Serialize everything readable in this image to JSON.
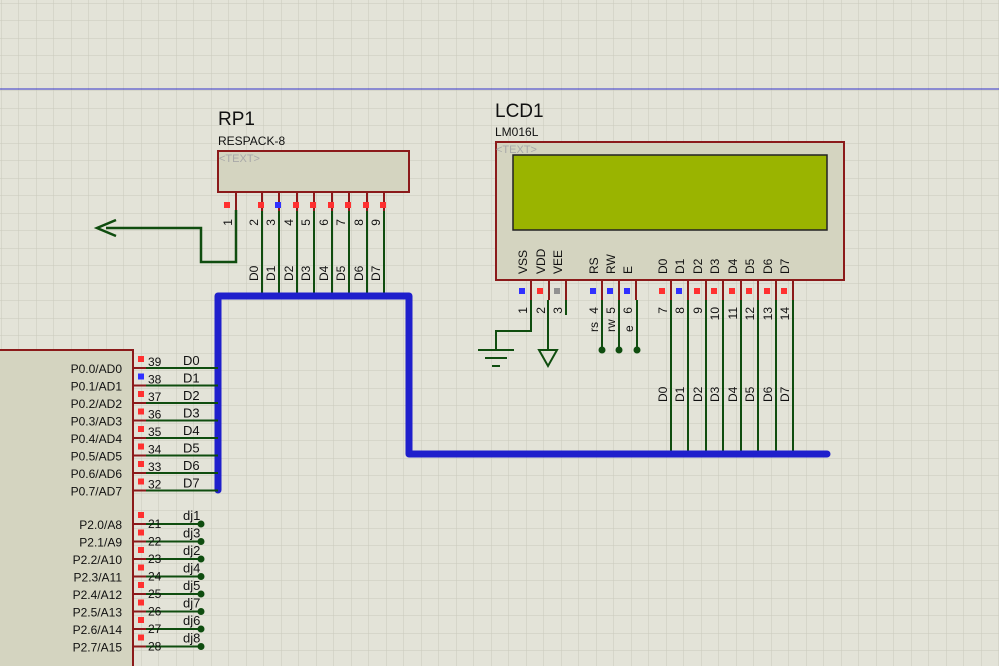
{
  "rp1": {
    "ref": "RP1",
    "part": "RESPACK-8",
    "text_placeholder": "<TEXT>",
    "pins": [
      "1",
      "2",
      "3",
      "4",
      "5",
      "6",
      "7",
      "8",
      "9"
    ],
    "net_labels": [
      "D0",
      "D1",
      "D2",
      "D3",
      "D4",
      "D5",
      "D6",
      "D7"
    ]
  },
  "lcd": {
    "ref": "LCD1",
    "part": "LM016L",
    "text_placeholder": "<TEXT>",
    "pins": [
      {
        "name": "VSS",
        "num": "1"
      },
      {
        "name": "VDD",
        "num": "2"
      },
      {
        "name": "VEE",
        "num": "3"
      },
      {
        "name": "RS",
        "num": "4"
      },
      {
        "name": "RW",
        "num": "5"
      },
      {
        "name": "E",
        "num": "6"
      },
      {
        "name": "D0",
        "num": "7"
      },
      {
        "name": "D1",
        "num": "8"
      },
      {
        "name": "D2",
        "num": "9"
      },
      {
        "name": "D3",
        "num": "10"
      },
      {
        "name": "D4",
        "num": "11"
      },
      {
        "name": "D5",
        "num": "12"
      },
      {
        "name": "D6",
        "num": "13"
      },
      {
        "name": "D7",
        "num": "14"
      }
    ],
    "ctrl_labels": [
      "rs",
      "rw",
      "e"
    ],
    "data_labels": [
      "D0",
      "D1",
      "D2",
      "D3",
      "D4",
      "D5",
      "D6",
      "D7"
    ]
  },
  "mcu": {
    "port0": [
      {
        "name": "P0.0/AD0",
        "num": "39",
        "net": "D0"
      },
      {
        "name": "P0.1/AD1",
        "num": "38",
        "net": "D1"
      },
      {
        "name": "P0.2/AD2",
        "num": "37",
        "net": "D2"
      },
      {
        "name": "P0.3/AD3",
        "num": "36",
        "net": "D3"
      },
      {
        "name": "P0.4/AD4",
        "num": "35",
        "net": "D4"
      },
      {
        "name": "P0.5/AD5",
        "num": "34",
        "net": "D5"
      },
      {
        "name": "P0.6/AD6",
        "num": "33",
        "net": "D6"
      },
      {
        "name": "P0.7/AD7",
        "num": "32",
        "net": "D7"
      }
    ],
    "port2": [
      {
        "name": "P2.0/A8",
        "num": "21",
        "net": "dj1"
      },
      {
        "name": "P2.1/A9",
        "num": "22",
        "net": "dj3"
      },
      {
        "name": "P2.2/A10",
        "num": "23",
        "net": "dj2"
      },
      {
        "name": "P2.3/A11",
        "num": "24",
        "net": "dj4"
      },
      {
        "name": "P2.4/A12",
        "num": "25",
        "net": "dj5"
      },
      {
        "name": "P2.5/A13",
        "num": "26",
        "net": "dj7"
      },
      {
        "name": "P2.6/A14",
        "num": "27",
        "net": "dj6"
      },
      {
        "name": "P2.7/A15",
        "num": "28",
        "net": "dj8"
      }
    ]
  },
  "colors": {
    "background": "#e3e3d8",
    "grid": "#c9c9bc",
    "component_border": "#8b1a1a",
    "component_fill": "#d4d4c0",
    "lcd_screen": "#9ab400",
    "wire": "#0f4d0f",
    "bus": "#1f1fcc",
    "pin_red": "#ff3030",
    "pin_blue": "#3030ff",
    "pin_gray": "#909090",
    "origin_line": "#3333cc"
  }
}
